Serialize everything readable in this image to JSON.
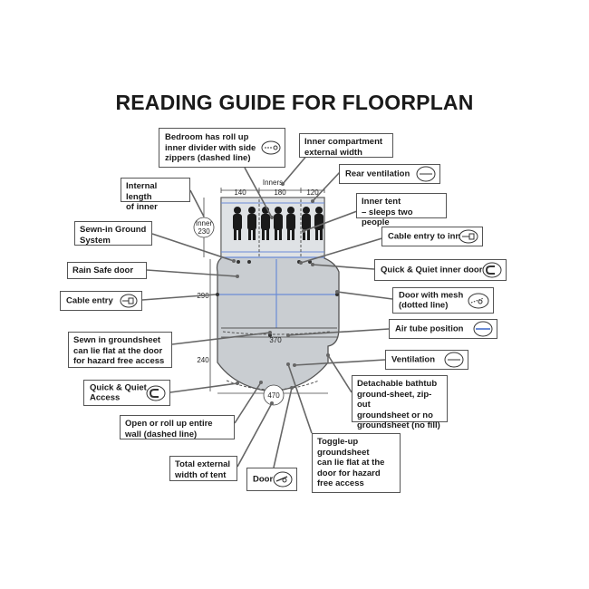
{
  "title": "READING GUIDE FOR FLOORPLAN",
  "dimensions": {
    "inners_label": "Inners",
    "inner_widths": [
      "140",
      "180",
      "120"
    ],
    "inner_label": "Inner",
    "inner_length": "230",
    "length_mid": "290",
    "length_front": "240",
    "width_mid": "370",
    "total_width": "470"
  },
  "callouts": {
    "bedroom_divider": "Bedroom has roll up\ninner divider with side\nzippers (dashed line)",
    "inner_compartment_width": "Inner compartment\nexternal width",
    "rear_ventilation": "Rear ventilation",
    "internal_length": "Internal length\nof inner",
    "inner_tent": "Inner tent\n– sleeps two people",
    "sewn_ground_system": "Sewn-in Ground\nSystem",
    "cable_entry_inn": "Cable entry to inn",
    "rain_safe_door": "Rain Safe door",
    "quick_quiet_inner_doors": "Quick & Quiet inner doors",
    "cable_entry": "Cable entry",
    "door_with_mesh": "Door with mesh\n(dotted line)",
    "air_tube_position": "Air tube position",
    "sewn_groundsheet": "Sewn in groundsheet\ncan lie flat at the door\nfor hazard free access",
    "ventilation": "Ventilation",
    "quick_quiet_access": "Quick & Quiet\nAccess",
    "detachable_bathtub": "Detachable bathtub\nground-sheet, zip-out\ngroundsheet or no\ngroundsheet (no fill)",
    "open_roll_up_wall": "Open or roll up entire\nwall (dashed line)",
    "toggle_up_groundsheet": "Toggle-up\ngroundsheet\ncan lie flat at the\ndoor for hazard\nfree access",
    "total_external_width": "Total external\nwidth of tent",
    "door": "Door"
  },
  "icons": [
    "zipper-icon",
    "vent-icon",
    "cable-icon",
    "magnet-icon",
    "door-mesh-icon",
    "air-tube-icon",
    "door-zip-icon"
  ],
  "colors": {
    "tent_fill": "#c9cdd1",
    "inner_fill": "#dfe2e5",
    "blue_lines": "#6b8bd6",
    "outline": "#555555"
  }
}
